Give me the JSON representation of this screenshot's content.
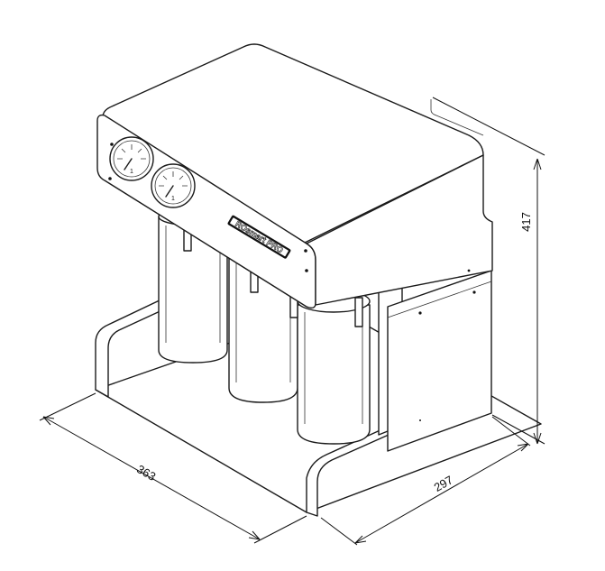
{
  "dimensions": {
    "width": "363",
    "depth": "297",
    "height": "417"
  },
  "brand": {
    "logo_text": "ROsmart PRO"
  },
  "gauges": [
    {
      "label": "1"
    },
    {
      "label": "1"
    }
  ]
}
